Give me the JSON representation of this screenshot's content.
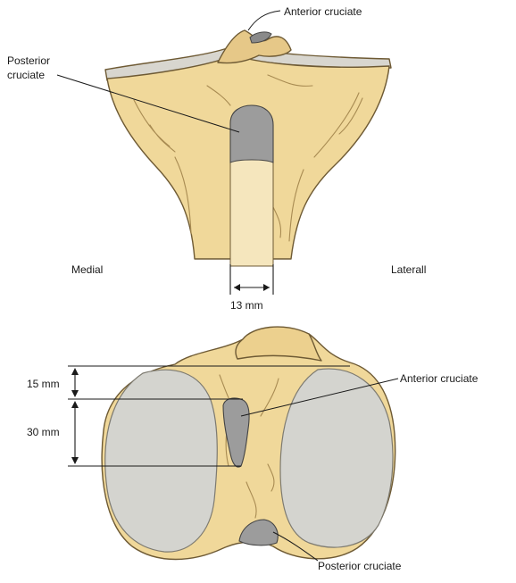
{
  "labels": {
    "anterior_cruciate_top": "Anterior cruciate",
    "posterior_cruciate_top_line1": "Posterior",
    "posterior_cruciate_top_line2": "cruciate",
    "medial": "Medial",
    "lateral": "Laterall",
    "width_13mm": "13 mm",
    "dim_15mm": "15 mm",
    "dim_30mm": "30 mm",
    "anterior_cruciate_bottom": "Anterior cruciate",
    "posterior_cruciate_bottom": "Posterior cruciate"
  },
  "colors": {
    "bone": "#f0d89a",
    "bone_dark": "#e2c27c",
    "cartilage": "#d4d4cf",
    "insertion": "#9c9c9c",
    "outline": "#6e5a34"
  }
}
